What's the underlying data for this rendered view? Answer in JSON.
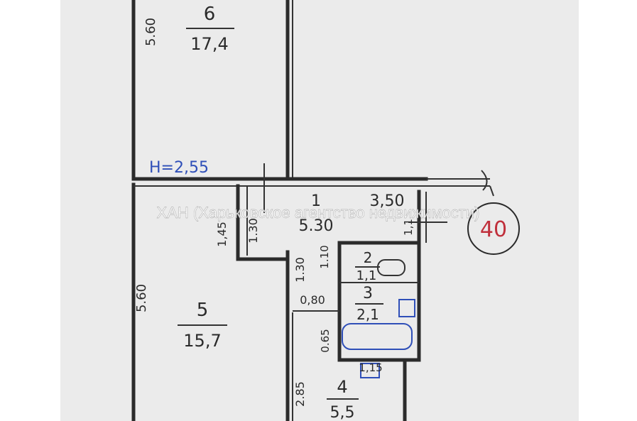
{
  "watermark": "ХАН (Харьковское агентство недвижимости)",
  "height_note": "H=2,55",
  "apartment_number": "40",
  "colors": {
    "ink": "#2b2b2b",
    "blue_ink": "#2f4fb8",
    "red_ink": "#c0303c",
    "paper": "#ebebeb"
  },
  "rooms": [
    {
      "number": "6",
      "area": "17,4",
      "dimension": "5.60"
    },
    {
      "number": "5",
      "area": "15,7",
      "dimension": "5.60"
    },
    {
      "number": "1",
      "area": "5.30",
      "dimension": "3,50"
    },
    {
      "number": "2",
      "area": "1,1"
    },
    {
      "number": "3",
      "area": "2,1"
    },
    {
      "number": "4",
      "area": "5,5",
      "dimension": "2.85"
    }
  ],
  "dimensions": {
    "d_1_45_left": "1,45",
    "d_1_30_corridor": "1.30",
    "d_1_30_bath": "1.30",
    "d_1_10": "1.10",
    "d_1_1_right": "1,1",
    "d_0_80": "0,80",
    "d_0_65": "0.65",
    "d_1_15": "1,15"
  }
}
